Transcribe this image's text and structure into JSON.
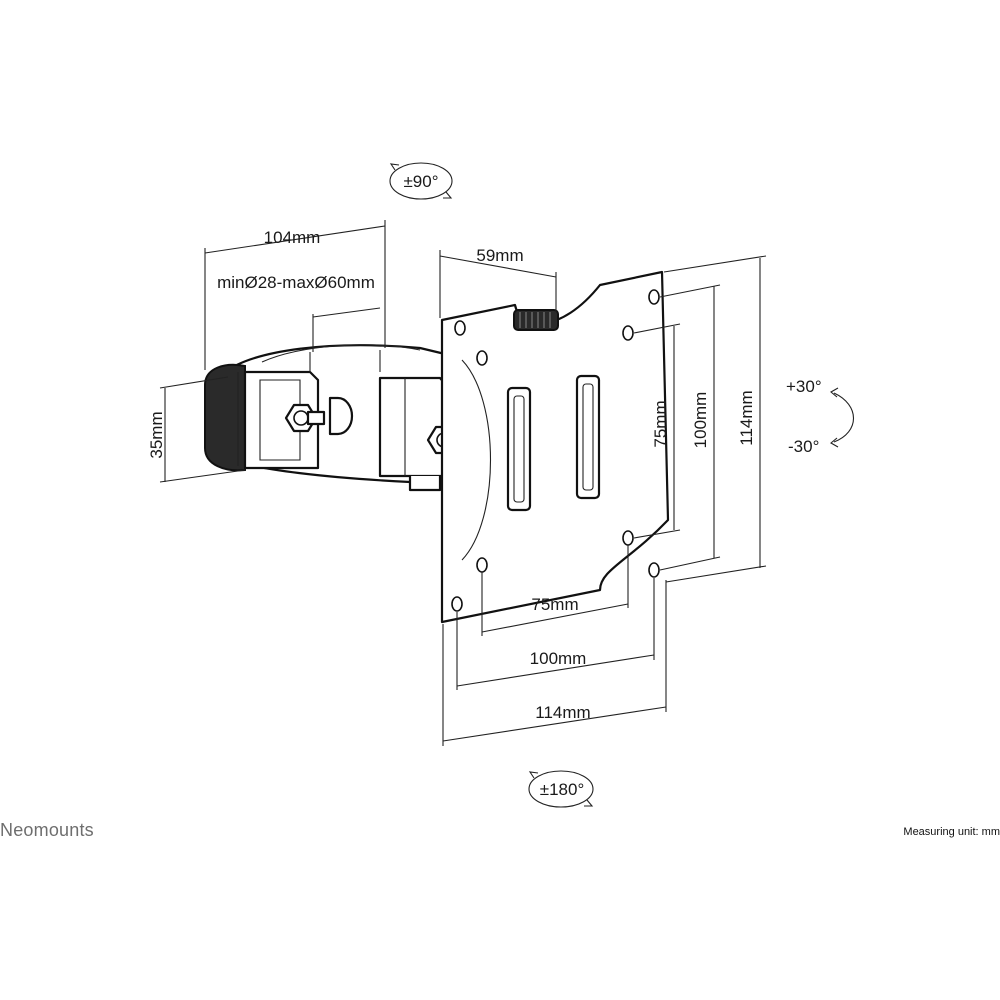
{
  "rotation": {
    "swivel": "±90°",
    "rotate": "±180°",
    "tilt_up": "+30°",
    "tilt_down": "-30°"
  },
  "dimensions": {
    "arm_length": "104mm",
    "clamp_range": "minØ28-maxØ60mm",
    "clamp_height": "35mm",
    "plate_offset": "59mm",
    "vesa_v_small": "75mm",
    "vesa_v_mid": "100mm",
    "vesa_v_large": "114mm",
    "vesa_h_small": "75mm",
    "vesa_h_mid": "100mm",
    "vesa_h_large": "114mm"
  },
  "footer": {
    "brand": "Neomounts",
    "unit_note": "Measuring unit: mm"
  }
}
